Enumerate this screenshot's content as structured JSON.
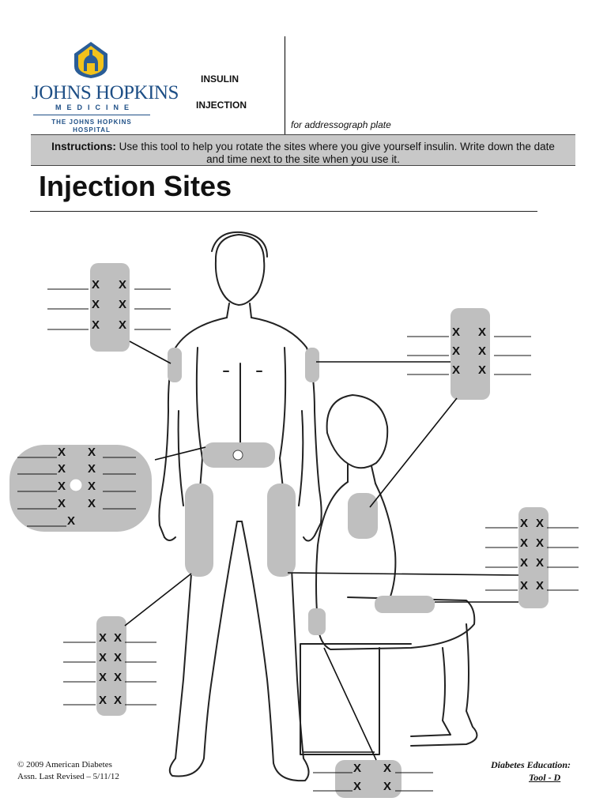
{
  "header": {
    "logo_main": "JOHNS HOPKINS",
    "logo_sub": "MEDICINE",
    "logo_hospital_1": "THE JOHNS HOPKINS",
    "logo_hospital_2": "HOSPITAL",
    "line1": "INSULIN",
    "line2": "INJECTION",
    "addressograph": "for addressograph plate"
  },
  "instructions": {
    "label": "Instructions:",
    "text": "Use this tool to help you rotate the sites where you give yourself insulin. Write down the date and time next to the site when you use it."
  },
  "title": "Injection Sites",
  "mark": "X",
  "footer": {
    "copyright": "© 2009 American Diabetes",
    "revised": "Assn. Last Revised – 5/11/12",
    "series": "Diabetes Education:",
    "tool": "Tool - D"
  }
}
